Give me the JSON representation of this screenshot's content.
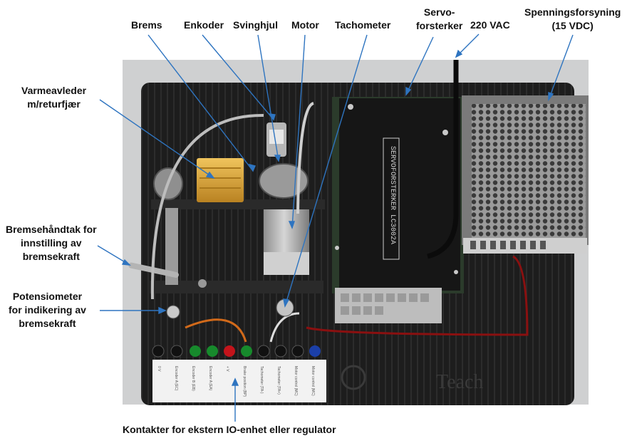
{
  "labels": {
    "brems": "Brems",
    "enkoder": "Enkoder",
    "svinghjul": "Svinghjul",
    "motor": "Motor",
    "tachometer": "Tachometer",
    "servoforsterker_line1": "Servo-",
    "servoforsterker_line2": "forsterker",
    "vac": "220 VAC",
    "spenning_line1": "Spenningsforsyning",
    "spenning_line2": "(15 VDC)",
    "varme_line1": "Varmeavleder",
    "varme_line2": "m/returfjær",
    "bremse_line1": "Bremsehåndtak for",
    "bremse_line2": "innstilling av",
    "bremse_line3": "bremsekraft",
    "poten_line1": "Potensiometer",
    "poten_line2": "for indikering av",
    "poten_line3": "bremsekraft",
    "kontakter": "Kontakter for ekstern IO-enhet eller regulator"
  },
  "device": {
    "amp_text": "SERVOFORSTERKER LC3002A",
    "brand_text": "Teach",
    "connector_labels": [
      "0 V",
      "Encoder A (EC)",
      "Encoder B (EB)",
      "Encoder A (EA)",
      "+ V",
      "Brake position (BP)",
      "Tachometer (TA-)",
      "Tachometer (TA+)",
      "Motor control (MC)",
      "Motor control (MC)"
    ]
  },
  "colors": {
    "arrow": "#2e74c0",
    "panel": "#1c1c1c",
    "mount": "#cfd0d1",
    "brass": "#d9a83c",
    "green": "#178a2c",
    "red": "#c3141b",
    "blue": "#1b3fa8"
  }
}
